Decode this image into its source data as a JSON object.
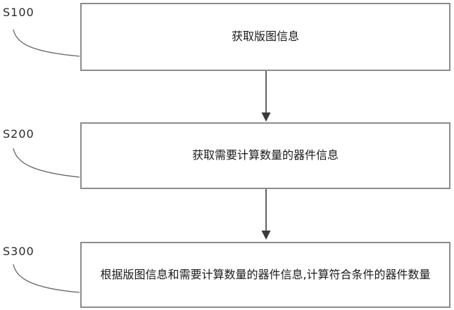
{
  "figure": {
    "type": "flowchart",
    "background_color": "#ffffff",
    "box_border_color": "#8c8c8c",
    "box_fill_color": "#ffffff",
    "arrow_color": "#3a3a3a",
    "connector_color": "#666666",
    "text_color": "#1a1a1a"
  },
  "steps": [
    {
      "id": "S100",
      "label": "获取版图信息"
    },
    {
      "id": "S200",
      "label": "获取需要计算数量的器件信息"
    },
    {
      "id": "S300",
      "label": "根据版图信息和需要计算数量的器件信息,计算符合条件的器件数量"
    }
  ]
}
